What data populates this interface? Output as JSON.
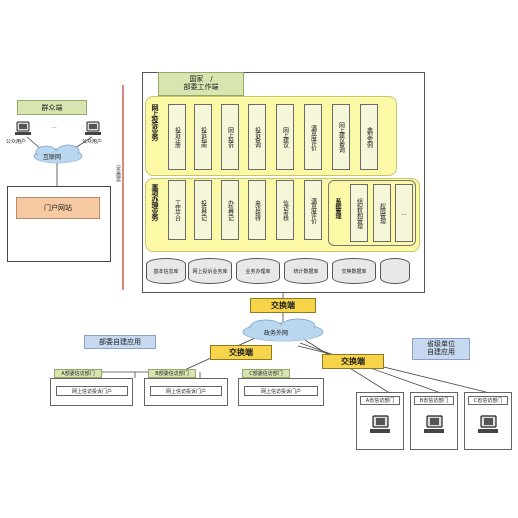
{
  "public": {
    "group_label": "群众端",
    "user_left": "公众用户",
    "user_right": "公众用户",
    "ellipsis": "...",
    "internet": "互联网",
    "portal_site": "门户网站"
  },
  "separator_label": "安全隔离",
  "central": {
    "header": "国家　/\n部委工作端",
    "online_group": {
      "label": "网上投诉业务",
      "items": [
        "投诉注册",
        "投诉指南",
        "网上投诉",
        "投诉查询",
        "网上建议",
        "满意度评价",
        "网上建议查询",
        "典型案例"
      ]
    },
    "office_group": {
      "label": "事项办理业务",
      "items": [
        "工作平台",
        "投诉登记",
        "办信登记",
        "来访接待",
        "信访考核",
        "满意度评价"
      ],
      "system_label": "系统管理",
      "system_items": [
        "组织机构管理",
        "权限管理",
        "..."
      ]
    },
    "databases": [
      "基本信息库",
      "网上投诉业务库",
      "业务办理库",
      "统计数据库",
      "交换数据库",
      ""
    ]
  },
  "exchanges": {
    "top": "交换端",
    "middle": "交换端",
    "right": "交换端"
  },
  "gov_network": "政务外网",
  "ministry_app": "部委自建应用",
  "province_app": "省级单位\n自建应用",
  "ministry_depts": [
    {
      "name": "A部委信访部门",
      "portal": "网上信访投诉门户"
    },
    {
      "name": "B部委信访部门",
      "portal": "网上信访投诉门户"
    },
    {
      "name": "C部委信访部门",
      "portal": "网上信访投诉门户"
    }
  ],
  "province_depts": [
    "A省信访部门",
    "B省信访部门",
    "C省信访部门"
  ],
  "colors": {
    "green_label": "#d7e6b1",
    "yellow_band": "#fbf8a6",
    "exchange": "#f7d44a",
    "portal": "#f6c9a2",
    "blue_tag": "#c7d9f0",
    "separator": "#c0392b"
  }
}
